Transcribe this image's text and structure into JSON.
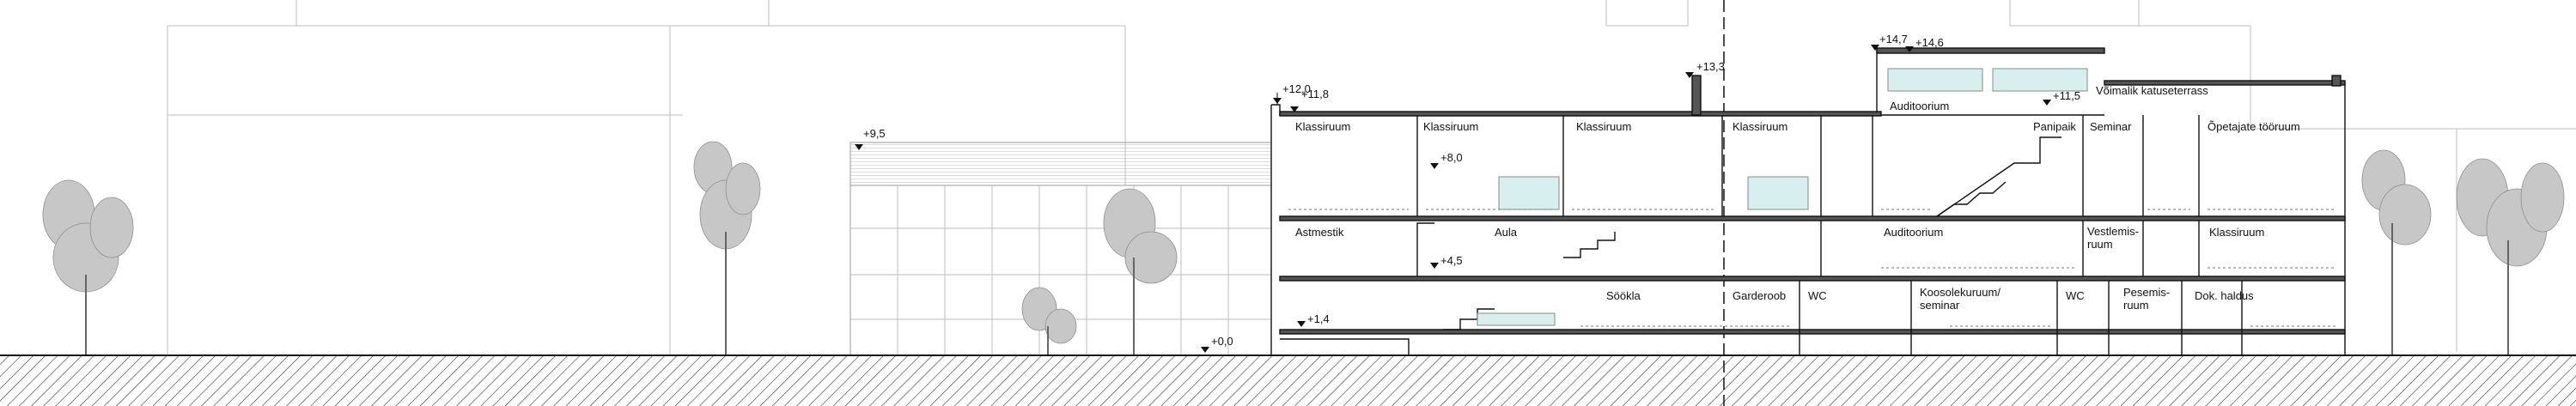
{
  "section": {
    "rooms": {
      "klassiruum_1": "Klassiruum",
      "klassiruum_2": "Klassiruum",
      "klassiruum_3": "Klassiruum",
      "klassiruum_4": "Klassiruum",
      "auditoorium_upper": "Auditoorium",
      "panipaik": "Panipaik",
      "seminar": "Seminar",
      "opetajate_tooruum": "Õpetajate tööruum",
      "voimalik_katuseterrass": "Võimalik katuseterrass",
      "astmestik": "Astmestik",
      "aula": "Aula",
      "auditoorium_lower": "Auditoorium",
      "vestlemisruum_1": "Vestlemis-",
      "vestlemisruum_2": "ruum",
      "klassiruum_5": "Klassiruum",
      "sookla": "Söökla",
      "garderoob": "Garderoob",
      "wc_1": "WC",
      "koosolekuruum_1": "Koosolekuruum/",
      "koosolekuruum_2": "seminar",
      "wc_2": "WC",
      "pesemisruum_1": "Pesemis-",
      "pesemisruum_2": "ruum",
      "dok_haldus": "Dok. haldus"
    },
    "levels": {
      "l_0_0": "+0,0",
      "l_1_4": "+1,4",
      "l_4_5": "+4,5",
      "l_8_0": "+8,0",
      "l_9_5": "+9,5",
      "l_11_5": "+11,5",
      "l_11_8": "+11,8",
      "l_12_0": "+12,0",
      "l_13_3": "+13,3",
      "l_14_6": "+14,6",
      "l_14_7": "+14,7"
    }
  }
}
